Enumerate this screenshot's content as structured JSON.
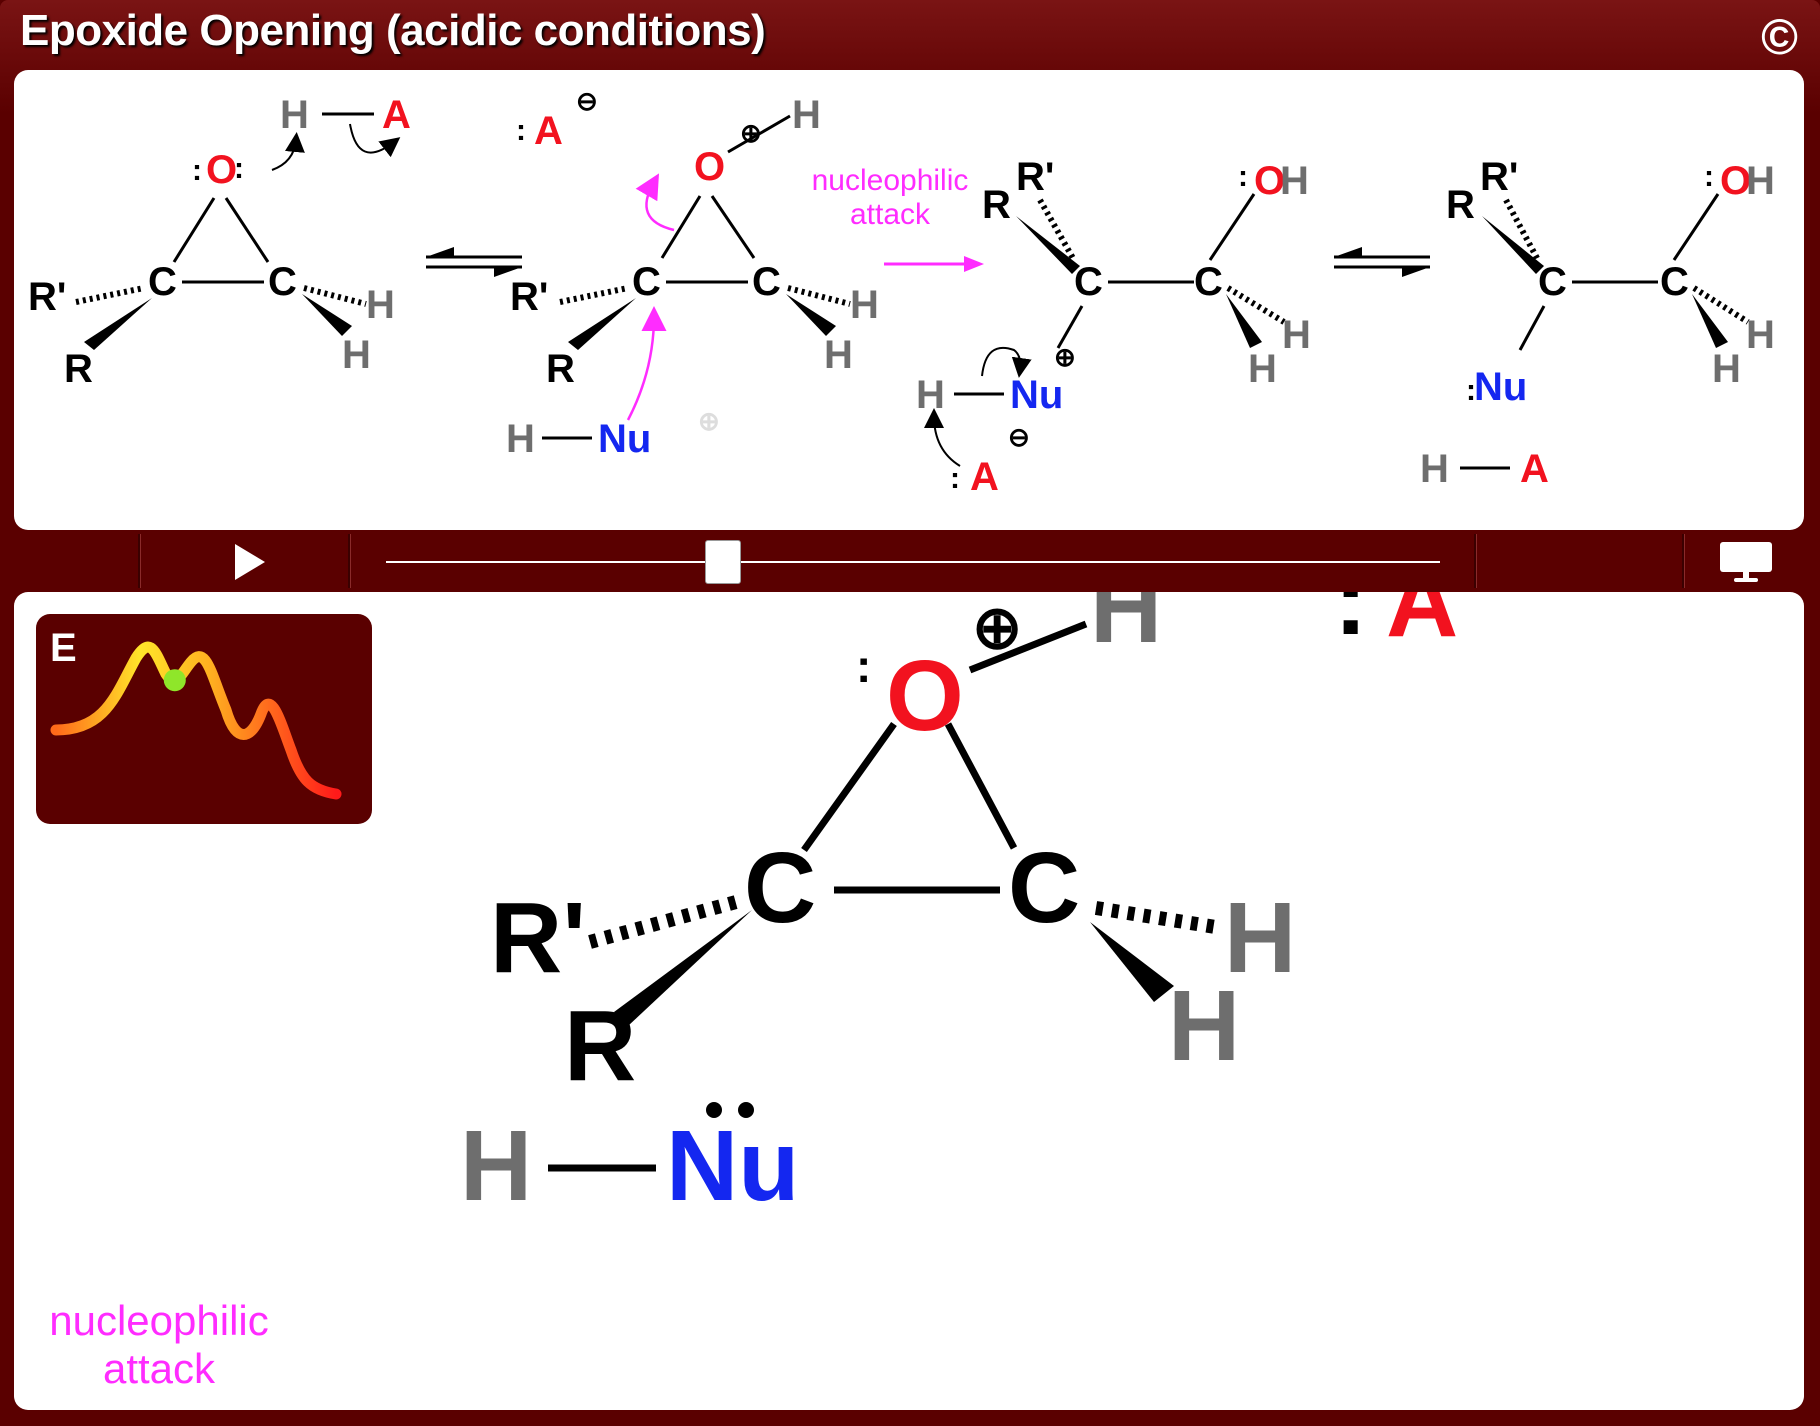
{
  "window": {
    "title": "Epoxide Opening (acidic conditions)",
    "copyright": "©"
  },
  "labels": {
    "O": "O",
    "C": "C",
    "H": "H",
    "A": "A",
    "R": "R",
    "Rp": "R'",
    "Nu": "Nu",
    "lone_pair": ":",
    "plus": "⊕",
    "minus": "⊖",
    "nucleophilic": "nucleophilic",
    "attack": "attack",
    "OH": "OH"
  },
  "energy_diagram": {
    "label": "E",
    "progress": 0.38
  },
  "caption": {
    "line1": "nucleophilic",
    "line2": "attack"
  },
  "controls": {
    "slider_value": 0.32
  },
  "colors": {
    "oxygen": "#f2121f",
    "acid": "#f2121f",
    "hydrogen": "#6e6e6e",
    "nucleophile": "#1427f0",
    "annotation": "#ff2cff",
    "chrome": "#5a0000"
  },
  "icons": [
    "play-icon",
    "monitor-icon",
    "copyright-icon"
  ]
}
